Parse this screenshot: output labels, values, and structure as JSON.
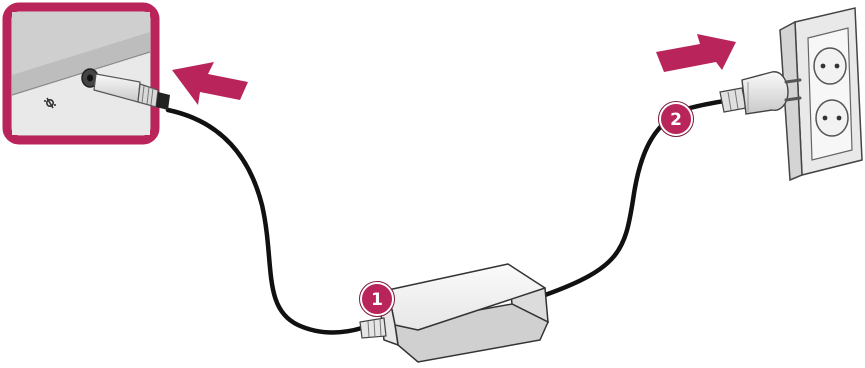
{
  "steps": [
    {
      "number": "1",
      "part": "ac-adapter"
    },
    {
      "number": "2",
      "part": "wall-plug"
    }
  ],
  "icons": {
    "port_symbol": "dc-power-icon",
    "insert_direction": "arrow-right-icon"
  },
  "colors": {
    "accent": "#b9245a",
    "cable": "#111111",
    "device_body": "#f2f2f2",
    "outline": "#333333"
  }
}
